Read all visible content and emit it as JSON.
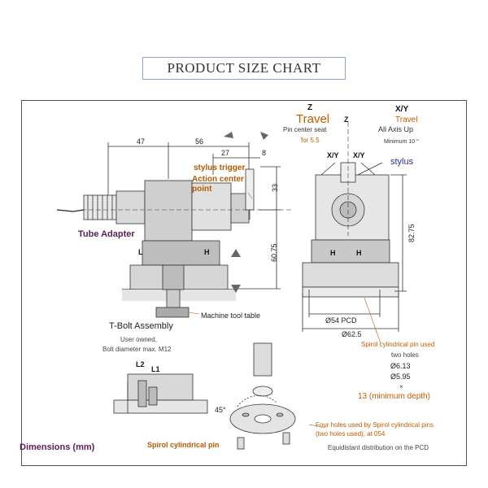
{
  "title": "PRODUCT SIZE CHART",
  "left_view": {
    "dims": {
      "d47": "47",
      "d56": "56",
      "d27": "27",
      "d8": "8",
      "d33": "33",
      "d6075": "60.75"
    },
    "labels": {
      "stylus_trigger": "stylus trigger",
      "action_center_point": "Action center point",
      "tube_adapter": "Tube Adapter",
      "machine_tool_table": "Machine tool table",
      "tbolt_assembly": "T-Bolt Assembly",
      "user_owned": "User owned,",
      "bolt_diameter": "Bolt diameter max. M12"
    },
    "markers": {
      "l": "L",
      "h": "H"
    }
  },
  "right_view": {
    "z_label": "Z",
    "z_travel": "Travel",
    "pin_center_seat": "Pin center seat",
    "for_55": "for 5.5",
    "xy_label": "X/Y",
    "xy_travel": "Travel",
    "all_axis_up": "All Axis Up",
    "minimum_10": "Minimum 10 °",
    "z_axis": "Z",
    "xy_left": "X/Y",
    "xy_right": "X/Y",
    "stylus": "stylus",
    "d8275": "82.75",
    "d54pcd": "Ø54 PCD",
    "d625": "Ø62.5",
    "markers": {
      "h1": "H",
      "h2": "H"
    }
  },
  "spirol_note": {
    "title": "Spirol cylindrical pin used",
    "two_holes": "two holes",
    "d613": "Ø6.13",
    "d595": "Ø5.95",
    "times": "×",
    "depth": "13 (minimum depth)"
  },
  "bottom_left": {
    "l2": "L2",
    "l1": "L1"
  },
  "bottom": {
    "angle": "45°",
    "four_holes": "Four holes used by Spirol cylindrical pins",
    "two_holes_used": "(two holes used), at 054",
    "equidistant": "Equidistant distribution on the PCD",
    "spirol_pin": "Spirol cylindrical pin",
    "dimensions": "Dimensions (mm)"
  },
  "colors": {
    "orange": "#c25c00",
    "navy": "#2c2f8a",
    "purple": "#5a1f5a",
    "frame": "#555555"
  }
}
